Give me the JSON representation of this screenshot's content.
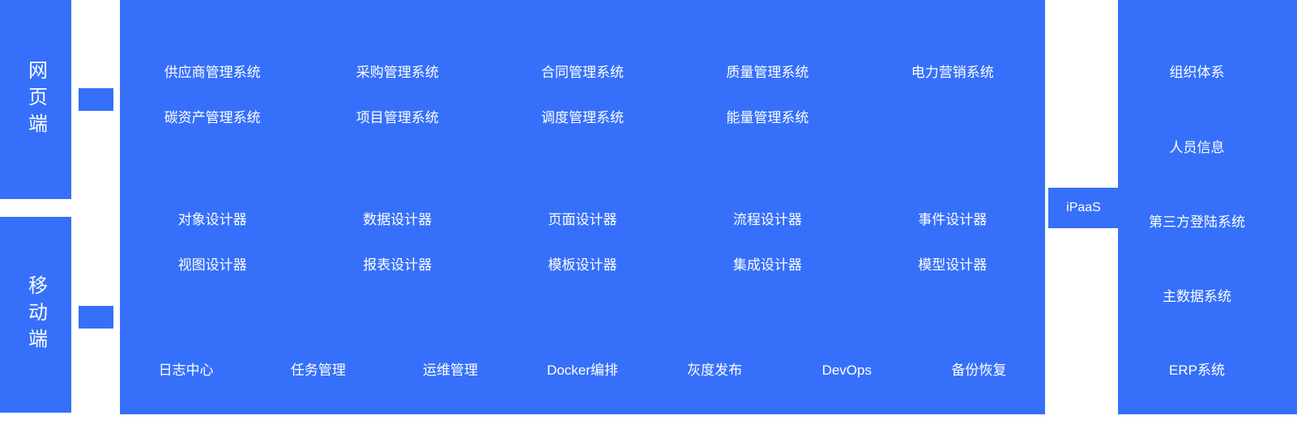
{
  "colors": {
    "primary": "#3670fa",
    "text": "#ffffff",
    "background": "#ffffff"
  },
  "left_panels": [
    {
      "label": "网页端"
    },
    {
      "label": "移动端"
    }
  ],
  "main": {
    "business_rows": [
      [
        "供应商管理系统",
        "采购管理系统",
        "合同管理系统",
        "质量管理系统",
        "电力营销系统"
      ],
      [
        "碳资产管理系统",
        "项目管理系统",
        "调度管理系统",
        "能量管理系统"
      ]
    ],
    "designer_rows": [
      [
        "对象设计器",
        "数据设计器",
        "页面设计器",
        "流程设计器",
        "事件设计器"
      ],
      [
        "视图设计器",
        "报表设计器",
        "模板设计器",
        "集成设计器",
        "模型设计器"
      ]
    ],
    "ops_row": [
      "日志中心",
      "任务管理",
      "运维管理",
      "Docker编排",
      "灰度发布",
      "DevOps",
      "备份恢复"
    ]
  },
  "ipaas": {
    "label": "iPaaS"
  },
  "right_panel": {
    "items": [
      "组织体系",
      "人员信息",
      "第三方登陆系统",
      "主数据系统",
      "ERP系统"
    ]
  }
}
